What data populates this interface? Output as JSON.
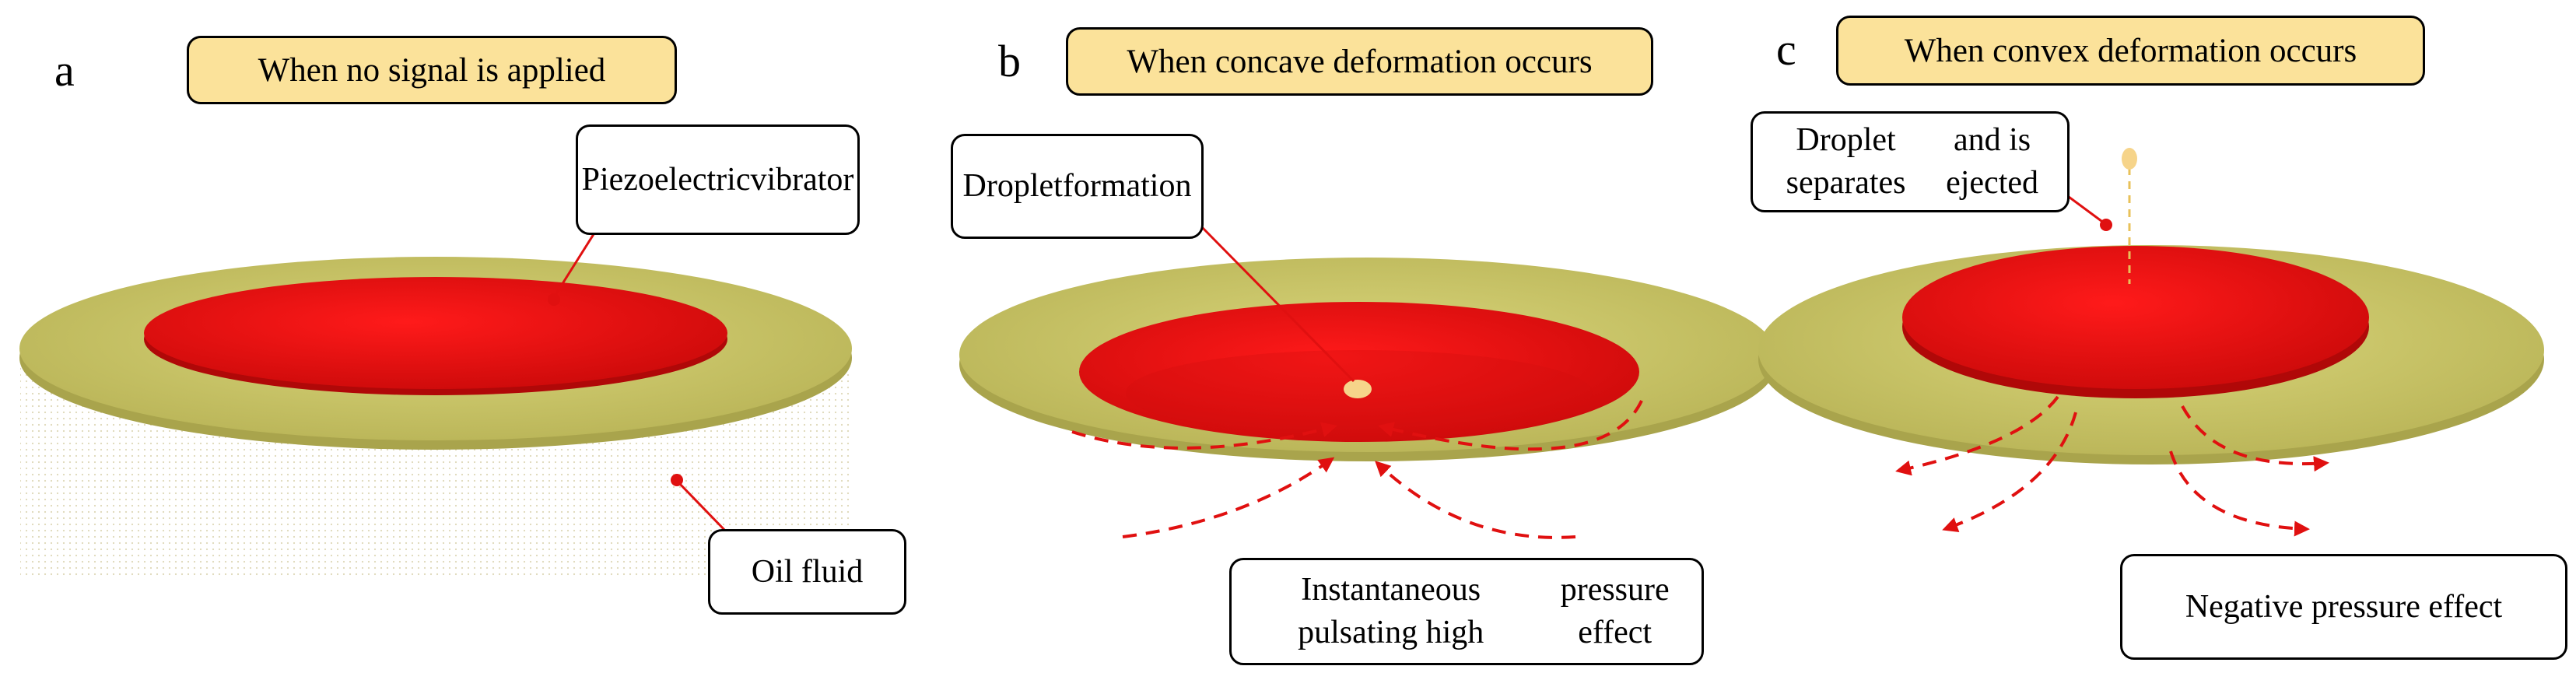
{
  "panels": {
    "a": {
      "letter": "a",
      "header": "When no signal is applied",
      "vibrator_label_1": "Piezoelectric",
      "vibrator_label_2": "vibrator",
      "fluid_label": "Oil fluid"
    },
    "b": {
      "letter": "b",
      "header": "When concave deformation occurs",
      "droplet_label_1": "Droplet",
      "droplet_label_2": "formation",
      "pressure_label_1": "Instantaneous pulsating high",
      "pressure_label_2": "pressure effect"
    },
    "c": {
      "letter": "c",
      "header": "When convex deformation occurs",
      "droplet_label_1": "Droplet  separates",
      "droplet_label_2": "and is ejected",
      "pressure_label": "Negative pressure effect"
    }
  },
  "colors": {
    "header_fill": "#fbe29a",
    "ring_fill": "#d4d06a",
    "disc_fill": "#e8141b",
    "arrow": "#e01010",
    "droplet": "#f6d48a"
  }
}
